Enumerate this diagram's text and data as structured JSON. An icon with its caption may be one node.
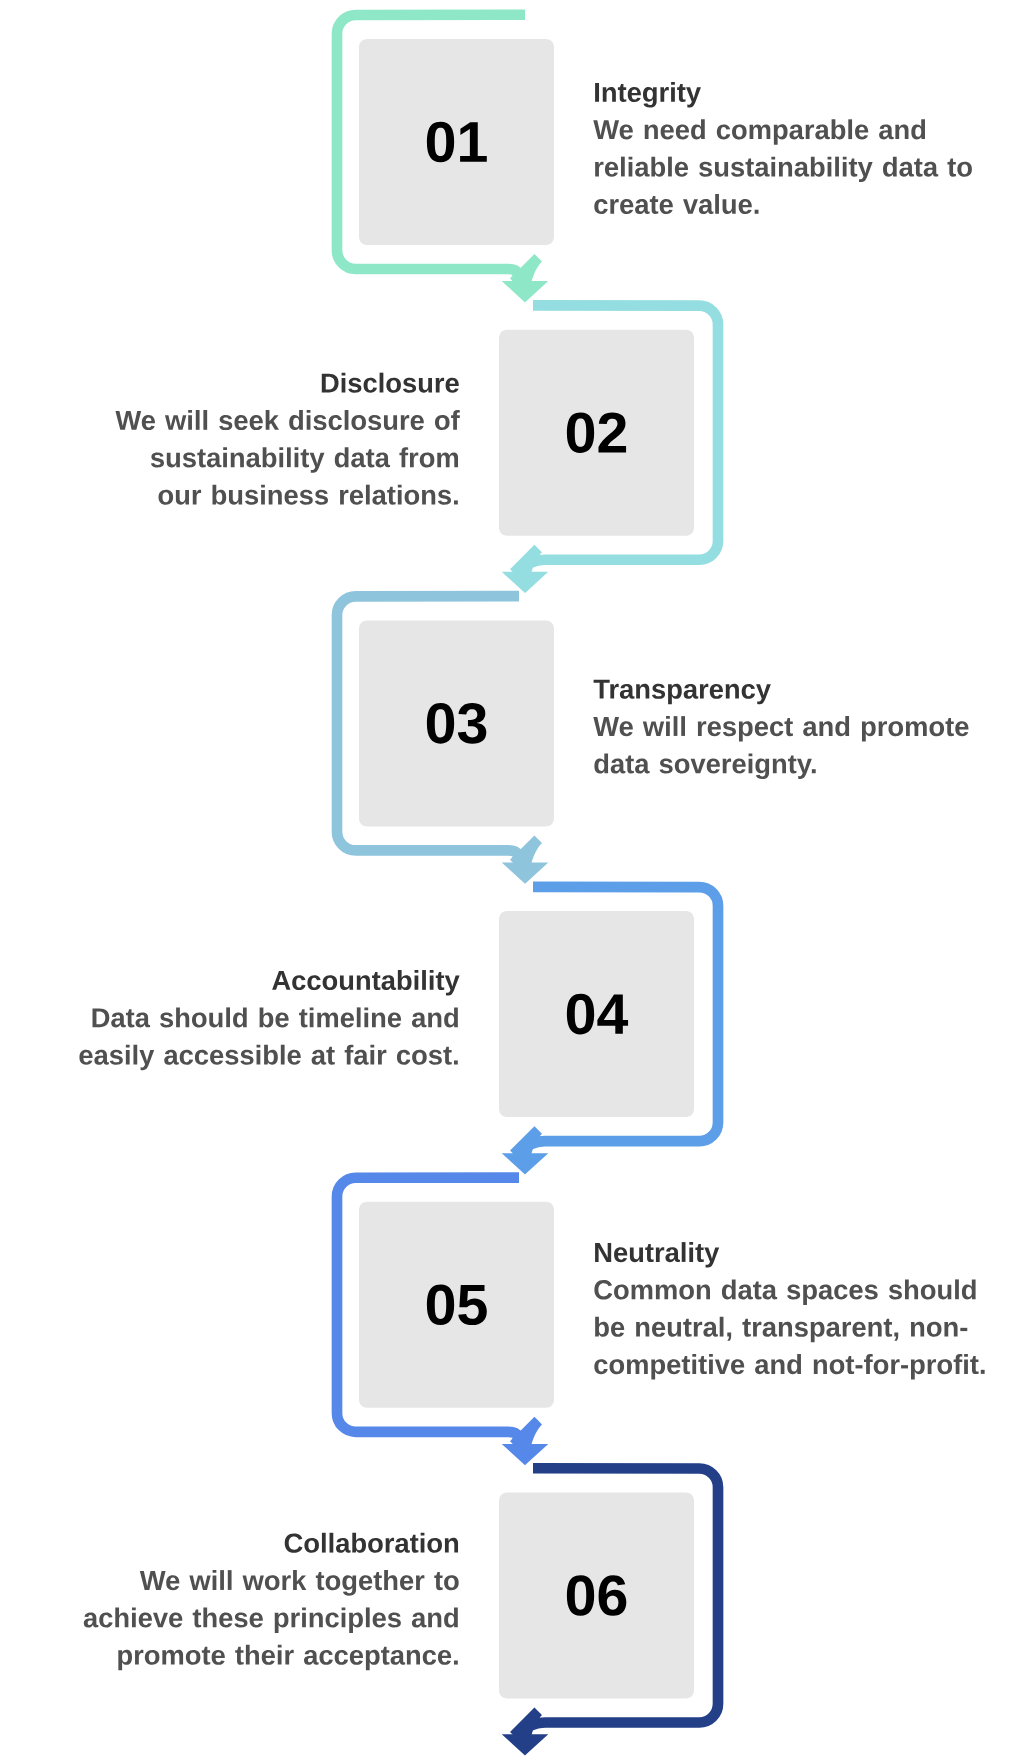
{
  "diagram": {
    "nodes": [
      {
        "text": [
          "01"
        ],
        "beside": [
          "Integrity",
          "We need comparable and reliable sustainability data to create value."
        ]
      },
      {
        "text": [
          "02"
        ],
        "beside": [
          "Disclosure",
          "We will seek disclosure of sustainability data from our business relations."
        ]
      },
      {
        "text": [
          "03"
        ],
        "beside": [
          "Transparency",
          "We will respect and promote data sovereignty."
        ]
      },
      {
        "text": [
          "04"
        ],
        "beside": [
          "Accountability",
          "Data should be timeline and easily accessible at fair cost."
        ]
      },
      {
        "text": [
          "05"
        ],
        "beside": [
          "Neutrality",
          "Common data spaces should be neutral, transparent, non-competitive and not-for-profit."
        ]
      },
      {
        "text": [
          "06"
        ],
        "beside": [
          "Collaboration",
          "We will work together to achieve these principles and promote their acceptance."
        ]
      }
    ],
    "edges": [
      {
        "from": 0,
        "to": 1,
        "arrow": "to",
        "color": "#8ee8c8"
      },
      {
        "from": 1,
        "to": 2,
        "arrow": "to",
        "color": "#94dde0"
      },
      {
        "from": 2,
        "to": 3,
        "arrow": "to",
        "color": "#8fc4dd"
      },
      {
        "from": 3,
        "to": 4,
        "arrow": "to",
        "color": "#5c9ee8"
      },
      {
        "from": 4,
        "to": 5,
        "arrow": "to",
        "color": "#5588e8"
      },
      {
        "from": 5,
        "to": null,
        "arrow": "to",
        "color": "#223f88"
      }
    ]
  }
}
